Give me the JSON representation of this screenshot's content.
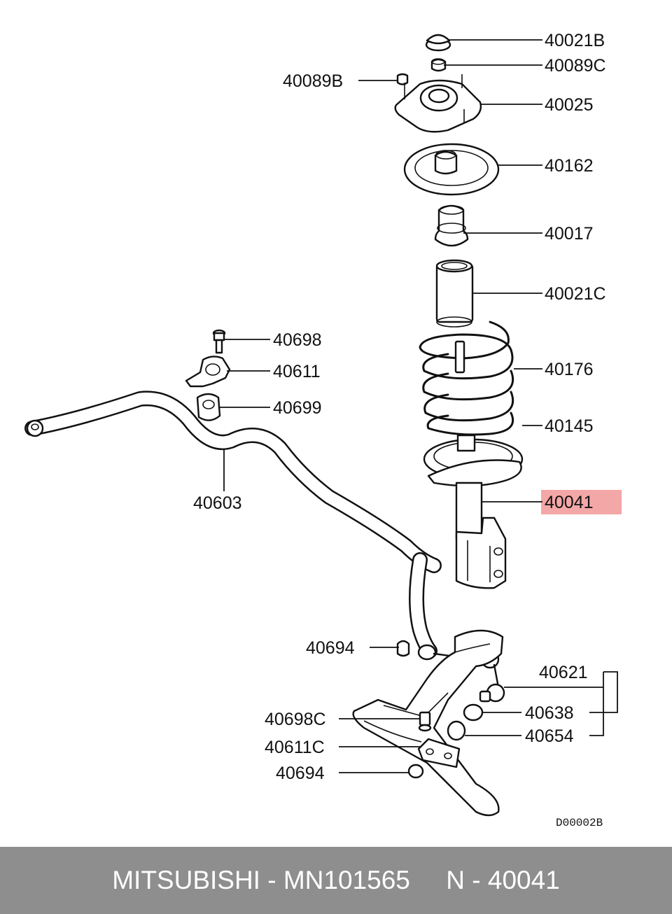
{
  "labels": {
    "p40021B": "40021B",
    "p40089C": "40089C",
    "p40089B": "40089B",
    "p40025": "40025",
    "p40162": "40162",
    "p40017": "40017",
    "p40021C": "40021C",
    "p40176": "40176",
    "p40145": "40145",
    "p40041": "40041",
    "p40698": "40698",
    "p40611": "40611",
    "p40699": "40699",
    "p40603": "40603",
    "p40694a": "40694",
    "p40621": "40621",
    "p40638": "40638",
    "p40698C": "40698C",
    "p40654": "40654",
    "p40611C": "40611C",
    "p40694b": "40694"
  },
  "diagram_code": "D00002B",
  "highlight": {
    "part": "40041",
    "color": "#f4a7a7"
  },
  "footer": {
    "brand": "MITSUBISHI",
    "part_number": "MN101565",
    "ref": "N - 40041",
    "background": "#8e8e8e"
  }
}
